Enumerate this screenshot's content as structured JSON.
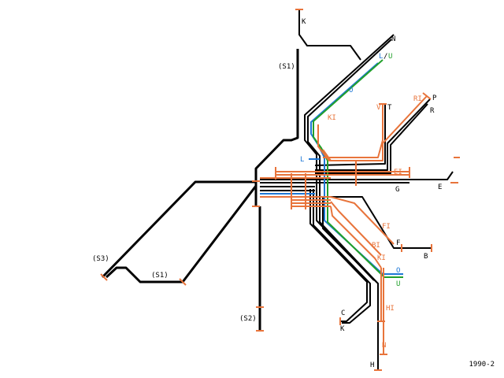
{
  "colors": {
    "black": "#000000",
    "orange": "#e8743b",
    "blue": "#1f78d6",
    "green": "#22a02a"
  },
  "labels": {
    "K_top": "K",
    "N": "N",
    "LU_L": "L",
    "LU_slash": "/",
    "LU_U": "U",
    "S1_top": "(S1)",
    "O_top": "O",
    "V": "V",
    "T": "T",
    "RI": "RI",
    "P": "P",
    "R": "R",
    "KI_top": "KI",
    "L_mid": "L",
    "EI": "EI",
    "G": "G",
    "E": "E",
    "FI": "FI",
    "F": "F",
    "BI": "BI",
    "B": "B",
    "KI_bottom": "KI",
    "O_bottom": "O",
    "U_bottom": "U",
    "S3": "(S3)",
    "S1_bottom": "(S1)",
    "C": "C",
    "K_bottom": "K",
    "HI": "HI",
    "S2": "(S2)",
    "N_bottom": "N",
    "H": "H"
  },
  "footer": "1990-2"
}
